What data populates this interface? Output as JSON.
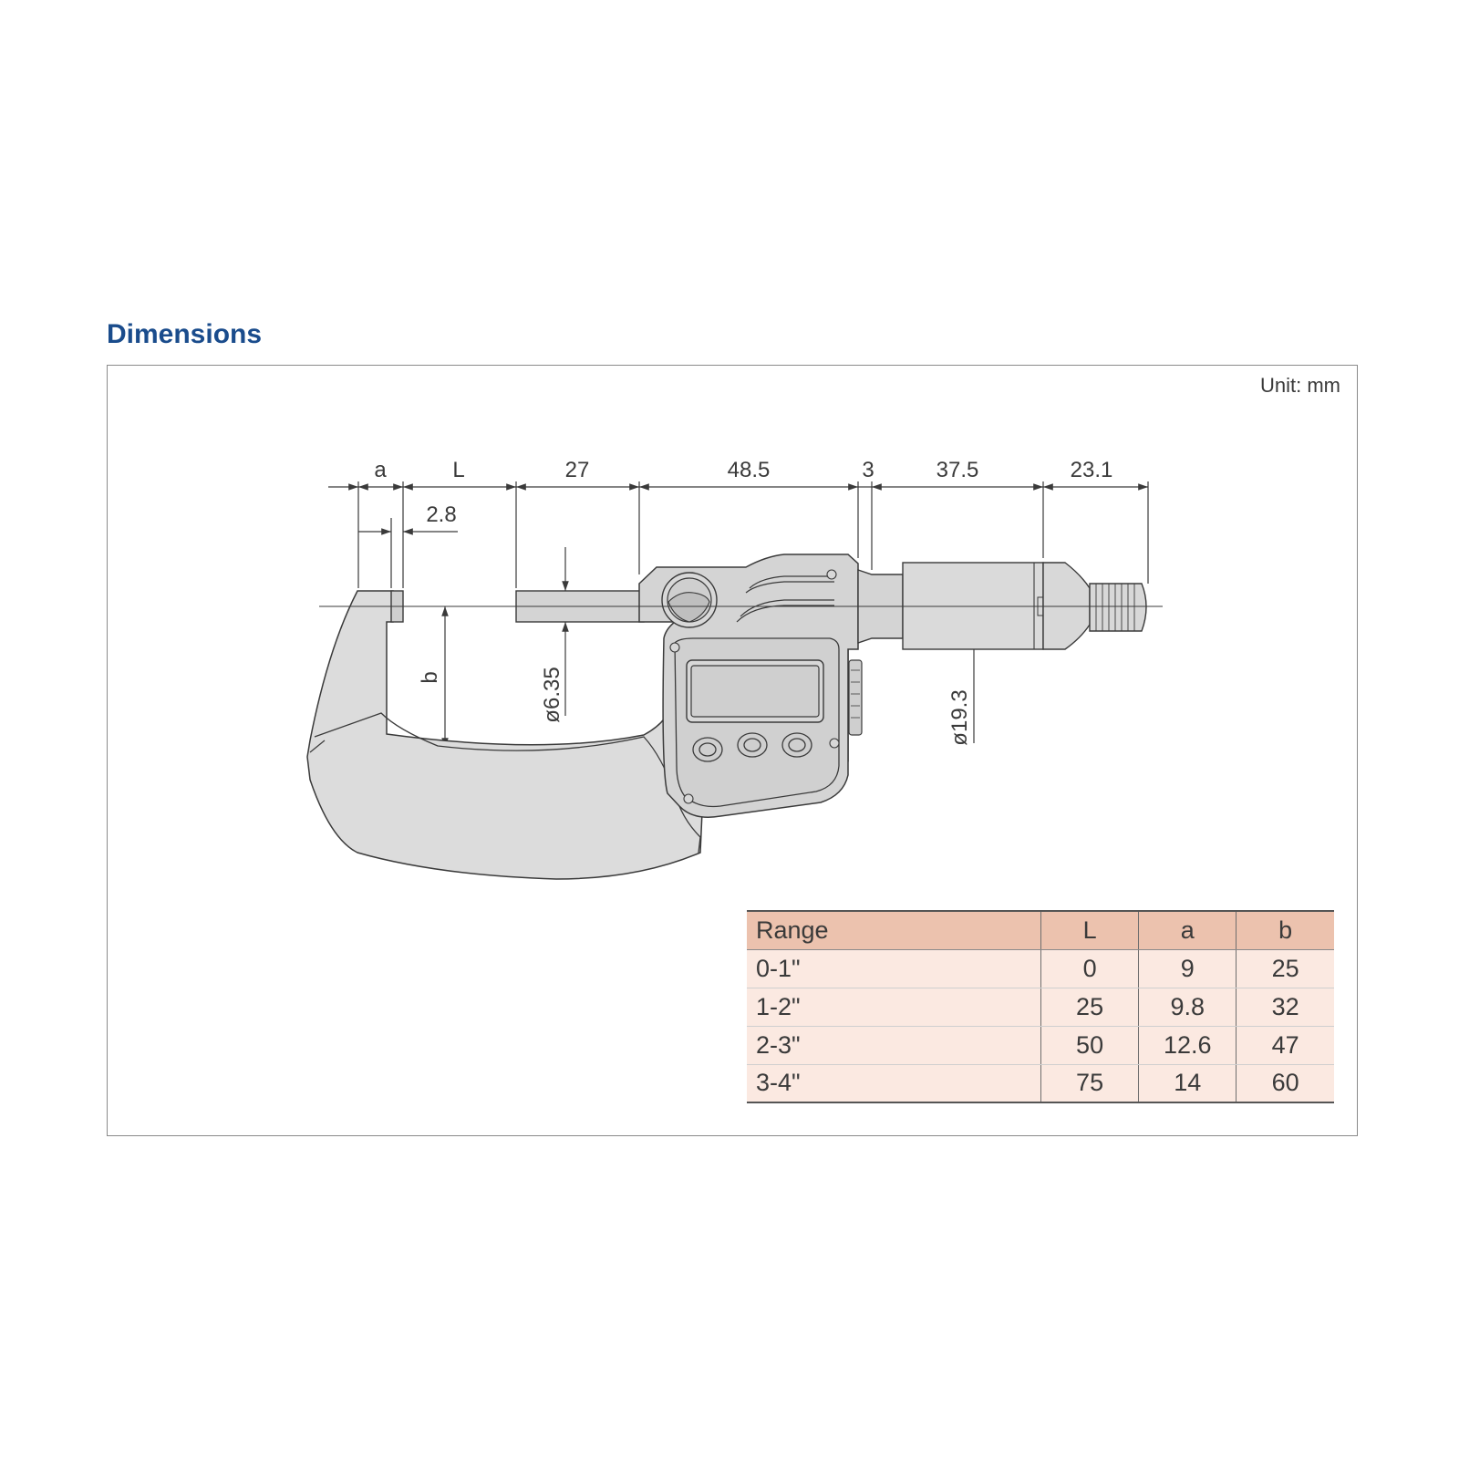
{
  "section_title": "Dimensions",
  "unit_label": "Unit: mm",
  "dimensions": {
    "a": "a",
    "L": "L",
    "tip": "2.8",
    "spindle_len": "27",
    "frame_len": "48.5",
    "gap": "3",
    "sleeve_len": "37.5",
    "ratchet_len": "23.1",
    "spindle_dia": "ø6.35",
    "thimble_dia": "ø19.3",
    "b": "b"
  },
  "table": {
    "headers": [
      "Range",
      "L",
      "a",
      "b"
    ],
    "rows": [
      [
        "0-1\"",
        "0",
        "9",
        "25"
      ],
      [
        "1-2\"",
        "25",
        "9.8",
        "32"
      ],
      [
        "2-3\"",
        "50",
        "12.6",
        "47"
      ],
      [
        "3-4\"",
        "75",
        "14",
        "60"
      ]
    ]
  }
}
